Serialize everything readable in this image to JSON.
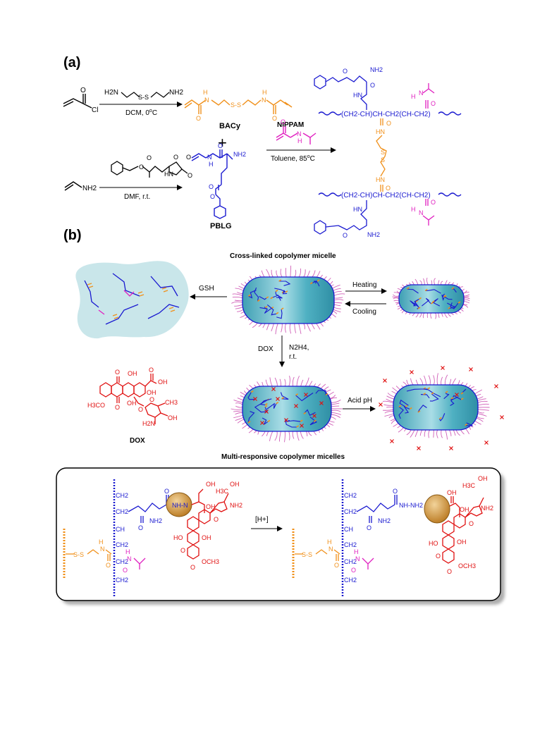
{
  "panel_a": {
    "label": "(a)",
    "acryloyl_chloride": {
      "atom_o": "O",
      "atom_cl": "Cl"
    },
    "cystamine": {
      "nh2_left": "H2N",
      "ss": "S-S",
      "nh2_right": "NH2"
    },
    "step1_conditions": "DCM, 0",
    "step1_degree": "o",
    "step1_unit": "C",
    "bacy_label": "BACy",
    "bacy_atoms": {
      "h1": "H",
      "n1": "N",
      "o1": "O",
      "ss": "S-S",
      "h2": "H",
      "n2": "N",
      "o2": "O"
    },
    "plus": "+",
    "allylamine_nh2": "NH2",
    "blg_nca": {
      "o1": "O",
      "o2": "O",
      "o3": "O",
      "o4": "O",
      "hn": "HN",
      "o5": "O"
    },
    "step2_conditions": "DMF, r.t.",
    "pblg_label": "PBLG",
    "pblg_atoms": {
      "o": "O",
      "nh2": "NH2",
      "h": "H",
      "n": "N",
      "o2": "O",
      "o3": "O"
    },
    "nippam_label": "NIPPAM",
    "nippam_atoms": {
      "o": "O",
      "n": "N",
      "h": "H"
    },
    "step3_conditions": "Toluene, 85",
    "step3_degree": "o",
    "step3_unit": "C",
    "product_top_chain": "(CH2-CH)CH-CH2(CH-CH2)",
    "product_bottom_chain": "(CH2-CH)CH-CH2(CH-CH2)",
    "product_atoms": {
      "o_top": "O",
      "nh2_top": "NH2",
      "hn_top": "HN",
      "o_top2": "O",
      "h_top": "H",
      "n_top": "N",
      "o_top3": "O",
      "o_mid1": "O",
      "hn_mid": "HN",
      "s1": "S",
      "s2": "S",
      "hn_mid2": "HN",
      "o_mid2": "O",
      "hn_bot": "HN",
      "o_bot": "O",
      "nh2_bot": "NH2",
      "h_bot": "H",
      "n_bot": "N",
      "o_bot2": "O"
    }
  },
  "panel_b": {
    "label": "(b)",
    "title_top": "Cross-linked copolymer micelle",
    "gsh_label": "GSH",
    "heating_label": "Heating",
    "cooling_label": "Cooling",
    "dox_arrow_label": "DOX",
    "hydrazine_label": "N2H4,",
    "rt_label": "r.t.",
    "acid_label": "Acid pH",
    "dox_name": "DOX",
    "dox_atoms": {
      "o1": "O",
      "oh1": "OH",
      "o2": "O",
      "oh2": "OH",
      "oh3": "OH",
      "h3co": "H3CO",
      "o3": "O",
      "oh4": "OH",
      "o4": "O",
      "o5": "O",
      "ch3": "CH3",
      "h2n": "H2N",
      "oh5": "OH"
    },
    "title_bottom": "Multi-responsive copolymer micelles"
  },
  "panel_c": {
    "acid_label": "[H+]",
    "left_atoms": {
      "ch2a": "CH2",
      "ch2b": "CH2",
      "ch": "CH",
      "ch2c": "CH2",
      "ch2d": "CH2",
      "ch2e": "CH2",
      "ss": "S-S",
      "h": "H",
      "n": "N",
      "o": "O",
      "o2": "O",
      "nh2": "NH2",
      "nhn": "NH-N",
      "oh": "OH",
      "oh2": "OH",
      "h3c": "H3C",
      "oh3": "OH",
      "o3": "O",
      "nh2b": "NH2",
      "ho": "HO",
      "oh4": "OH",
      "och3": "OCH3",
      "o4": "O",
      "o5": "O",
      "h_low": "H",
      "n_low": "N",
      "o_low": "O"
    },
    "right_atoms": {
      "ch2a": "CH2",
      "ch2b": "CH2",
      "ch": "CH",
      "ch2c": "CH2",
      "ch2d": "CH2",
      "ch2e": "CH2",
      "ss": "S-S",
      "h": "H",
      "n": "N",
      "o": "O",
      "o2": "O",
      "nh2": "NH2",
      "nhnh2": "NH-NH2",
      "oh": "OH",
      "oh2": "OH",
      "h3c": "H3C",
      "oh3": "OH",
      "o3": "O",
      "nh2b": "NH2",
      "ho": "HO",
      "oh4": "OH",
      "och3": "OCH3",
      "o4": "O",
      "o5": "O",
      "h_low": "H",
      "n_low": "N",
      "o_low": "O"
    }
  },
  "colors": {
    "black": "#000000",
    "orange": "#f0901a",
    "blue": "#1a1ad0",
    "magenta": "#e020c0",
    "red": "#e01010",
    "micelle_fill": "#5fb8c8",
    "micelle_light": "#c6e8ee",
    "brush": "#d060b8",
    "cloud": "#c9e6ea",
    "bead": "#c88a30"
  }
}
